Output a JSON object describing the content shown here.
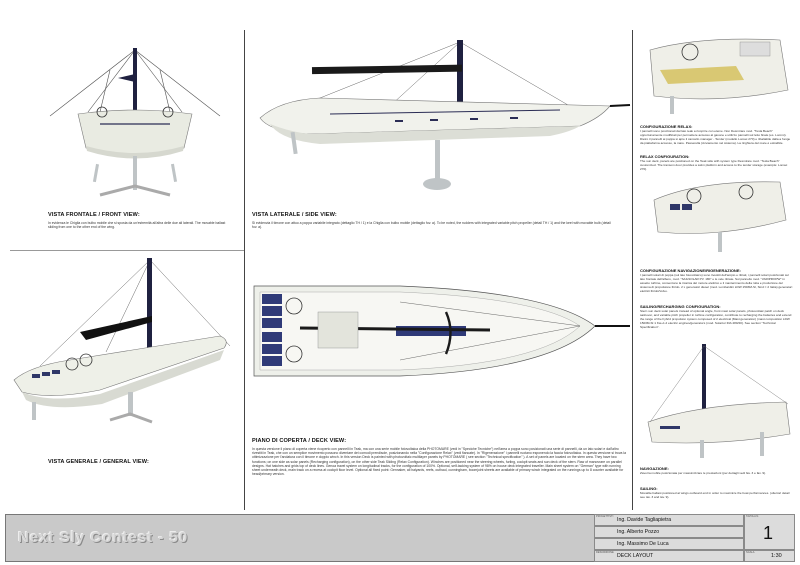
{
  "views": {
    "front": {
      "title": "VISTA FRONTALE / FRONT VIEW:",
      "text": "In evidenza le Chiglia con bulbo mobile che si sposta da un'estremità all'altra delle due ali laterali. The movable ballast sliding from one to the other end of the wing."
    },
    "side": {
      "title": "VISTA LATERALE / SIDE VIEW:",
      "text": "Si evidenzia il timone con attuo a poppa variabile integrato (dettaglio TH / 1) e la Chiglia con bulbo mobile (dettaglio fov. a). To be noted, the rudders with integrated variable pitch propeller (detail TH / 1) and the keel with movable bulb (detail fov. a)."
    },
    "general": {
      "title": "VISTA GENERALE / GENERAL VIEW:"
    },
    "deck": {
      "title": "PIANO DI COPERTA / DECK VIEW:",
      "text": "In questa versione il piano di coperta viene ricoperto con pannelli in Teak, ma con una serie mobile fotovoltaica della PHOTOMARE (vedi in \"Speciche Tecniche\") nell'area a poppa sono posizionati una serie di pannelli, da un lato solari e dall'altro rivestiti in Teak, che con un semplice movimento possono diventare dei comodi prendisole, posizionando nella \"Configurazione Relax\" (vedi fiancate). In \"Rigenerazione\" i pannelli ruotano esponendo la faccia fotovoltaica. In questa versione si trova la ottimizzazione per l'andatura con il timone e doppio winch. In this version Deck is painted with photovoltaic multilayer panels by PHOTOMARE ( see section \"Technical specification\" ). A set of panels are located on the stern area. They have two functions; on one side as solar panels (Recharging configuration), on the other side Teak Sliding (Relax Configuration). Winches are positioned near the steering wheels, furling, cockpit seats and sun deck of the stern. Raw of manovrare on parallel designs. Hat hatches and grids top of deck lines. Genoa travel system on longitudinal tracks, for the configuration of 100%. Optional, self-tacking system of 98% on house deck integrated traveller. Main sheet system on \"German\" type with running sheet underneath deck, main track on a recess at cockpit floor level. Optional all fixed point: Gennaker, all halyards, reefs, outhaul, cunningham, boomjoint sheets are available of primary winch integrated on the runnings up to 8 counter available for head/primary version."
    }
  },
  "side_notes": [
    {
      "title": "CONFIGURAZIONE RELAX:",
      "text": "I pannelli sono posizionati dal lato teak a ricoprire con eleme. Non Desmirare mod. \"Tesla Beach\" opportunamente modificati per permettere accesso al gavone e utilizzo pannelli sul letto finale (es. Lommi). Dietro il pannelli ai poppa si apre il cancello manager - Tender (modello Lomac 270) e ribaltabile dalla a l'ange da piattaforma accesso, la mare. Passerella (Avviamento nel sistema). La ringhiera del mare è estraibile."
    },
    {
      "title": "RELAX CONFIGURATION:",
      "text": "The sun deck, panels are positioned on the Teak side with system type Desmirare mod. \"Tesla Beach\" customized. The transom door provides a swim platform and access to the tender storage (example: Lomac 270)."
    },
    {
      "title": "CONFIGURAZIONE NAVIGAZIONE/RIGENERAZIONE:",
      "text": "I pannelli solari di poppa (sul lato fotovoltaico) sono rivestiti dell'ampio e ritirati, i pannelli solari posizionati sul lato frontale dell'albero, mod. \"SAILSOLAR PV. 180\" e le vele ritirate. Sul pannello mod. \"VARIPROPW\" in assetto turbine, consentono la ricarica del motore elettrico e il mantenimento della rotta e produzione del sistema di propulsione Ibrido. 2 x generatori diesel (mod. Lombardini LDW 1503M-SI, Sind = 2 Italia) generatori elettrici Ibrido/Volvo."
    },
    {
      "title": "SAILING/RECHARGING CONFIGURATION:",
      "text": "Stern sun deck solar panels instead of optional angle, front mast solar panels, photovoltaic patch on deck sailcover, and variable pitch propeller in turbine configuration, contribute to recharging the batteries and extend the range of the hybrid propulsion system composed of 2 electrical (Mast generation) (mast composition LDW 1503M-SI 1 Kw+1 d electric engines/generators (mod. Solartur IDA 480/20). See section \"Technical Specification\"."
    },
    {
      "title": "NAVIGAZIONE:",
      "text": "Zavorra mobile posizionata per massimizzare le prestazioni (per dettagli vedi fav. 3 e fav. 9)."
    },
    {
      "title": "SAILING:",
      "text": "Movable ballast positioned at wings outboard end in order to maximize the boat performances. (ulteriori detail see tav. 3 and tav. 9)."
    }
  ],
  "title_block": {
    "project_name": "Next Sly Contest - 50",
    "rows": [
      {
        "label": "PROGETTISTI",
        "value": "Ing. Davide Tagliapietra"
      },
      {
        "label": "",
        "value": "Ing. Alberto Pozzo"
      },
      {
        "label": "",
        "value": "Ing. Massimo De Luca"
      },
      {
        "label": "DESCRIZIONE",
        "value": "DECK LAYOUT"
      }
    ],
    "sheet_label": "TAVOLA N.",
    "sheet_number": "1",
    "scale_label": "SCALA",
    "scale": "1:30"
  }
}
